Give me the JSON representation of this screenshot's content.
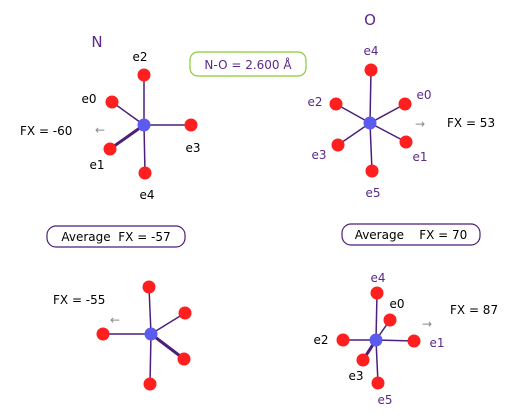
{
  "header": {
    "left_atom": "N",
    "right_atom": "O",
    "distance_label": "N-O = 2.600 Å"
  },
  "colors": {
    "atom_label": "#5a2a8a",
    "bond": "#4b1f7a",
    "center": "#5b5bf0",
    "electron": "#ff1f1f",
    "distance_box_border": "#88cc33",
    "avg_box_border": "#4b1f7a",
    "arrow": "#888888",
    "text": "#000000"
  },
  "averages": {
    "left": "Average  FX = -57",
    "right": "Average    FX = 70"
  },
  "molecules": {
    "top_left": {
      "fx": "FX = -60",
      "labels": {
        "e0": "e0",
        "e1": "e1",
        "e2": "e2",
        "e3": "e3",
        "e4": "e4"
      }
    },
    "top_right": {
      "fx": "FX = 53",
      "labels": {
        "e0": "e0",
        "e1": "e1",
        "e2": "e2",
        "e3": "e3",
        "e4": "e4",
        "e5": "e5"
      }
    },
    "bottom_left": {
      "fx": "FX = -55"
    },
    "bottom_right": {
      "fx": "FX = 87",
      "labels": {
        "e0": "e0",
        "e1": "e1",
        "e2": "e2",
        "e3": "e3",
        "e4": "e4",
        "e5": "e5"
      }
    }
  }
}
